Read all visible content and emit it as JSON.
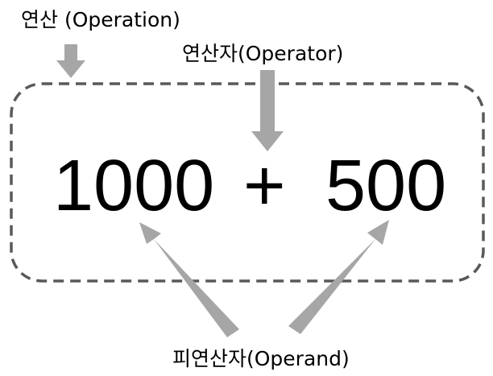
{
  "labels": {
    "operation": "연산 (Operation)",
    "operator": "연산자(Operator)",
    "operand": "피연산자(Operand)"
  },
  "expression": {
    "left_operand": "1000",
    "operator": "+",
    "right_operand": "500"
  },
  "colors": {
    "arrow": "#a6a6a6",
    "box_border": "#595959",
    "text": "#000000",
    "background": "#ffffff"
  }
}
